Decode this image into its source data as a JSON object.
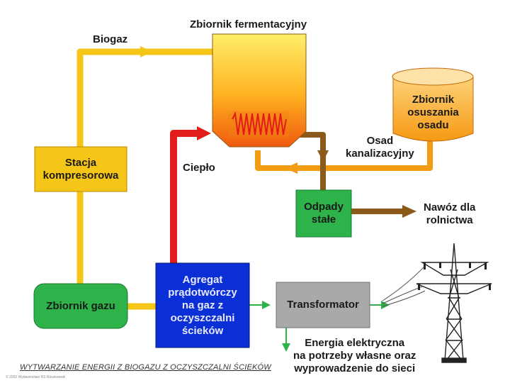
{
  "labels": {
    "tank_title": "Zbiornik fermentacyjny",
    "biogas": "Biogaz",
    "compressor_station": [
      "Stacja",
      "kompresorowa"
    ],
    "heat": "Ciepło",
    "drying_tank": [
      "Zbiornik",
      "osuszania",
      "osadu"
    ],
    "sewage_sludge": [
      "Osad",
      "kanalizacyjny"
    ],
    "solid_waste": [
      "Odpady",
      "stałe"
    ],
    "fertilizer": [
      "Nawóz dla",
      "rolnictwa"
    ],
    "gas_tank": "Zbiornik gazu",
    "generator": [
      "Agregat",
      "prądotwórczy",
      "na gaz z",
      "oczyszczalni",
      "ścieków"
    ],
    "transformer": "Transformator",
    "electric_energy": [
      "Energia elektryczna",
      "na potrzeby własne oraz",
      "wyprowadzenie do sieci"
    ],
    "footer": "WYTWARZANIE ENERGII Z BIOGAZU Z OCZYSZCZALNI ŚCIEKÓW",
    "copyright": "© 2002 Wydawnictwo RS Roszkowski"
  },
  "colors": {
    "gas_line": "#f5c518",
    "heat_line": "#e21b1b",
    "sludge_line": "#f39c12",
    "waste_line": "#8b5a1b",
    "power_line": "#2eb34a",
    "yellow_box": "#f5c518",
    "green_box": "#2eb34a",
    "blue_box": "#0a2fd6",
    "grey_box": "#a9a9a9",
    "tank_top": "#ffe34d",
    "tank_bottom": "#f07a10"
  }
}
